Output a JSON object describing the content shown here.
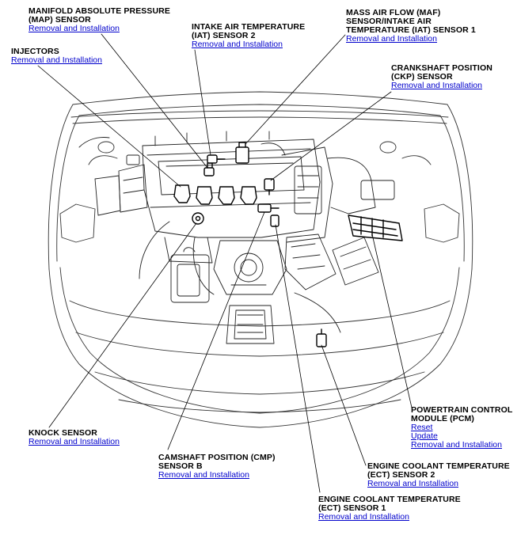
{
  "callouts": {
    "map": {
      "title": "MANIFOLD ABSOLUTE PRESSURE\n(MAP) SENSOR",
      "links": [
        "Removal and Installation"
      ]
    },
    "injectors": {
      "title": "INJECTORS",
      "links": [
        "Removal and Installation"
      ]
    },
    "iat2": {
      "title": "INTAKE AIR TEMPERATURE\n(IAT) SENSOR 2",
      "links": [
        "Removal and Installation"
      ]
    },
    "maf": {
      "title": "MASS AIR FLOW (MAF)\nSENSOR/INTAKE AIR\nTEMPERATURE (IAT) SENSOR 1",
      "links": [
        "Removal and Installation"
      ]
    },
    "ckp": {
      "title": "CRANKSHAFT POSITION\n(CKP) SENSOR",
      "links": [
        "Removal and Installation"
      ]
    },
    "knock": {
      "title": "KNOCK SENSOR",
      "links": [
        "Removal and Installation"
      ]
    },
    "cmp": {
      "title": "CAMSHAFT POSITION (CMP)\nSENSOR B",
      "links": [
        "Removal and Installation"
      ]
    },
    "pcm": {
      "title": "POWERTRAIN CONTROL\nMODULE (PCM)",
      "links": [
        "Reset",
        "Update",
        "Removal and Installation"
      ]
    },
    "ect2": {
      "title": "ENGINE COOLANT TEMPERATURE\n(ECT) SENSOR 2",
      "links": [
        "Removal and Installation"
      ]
    },
    "ect1": {
      "title": "ENGINE COOLANT TEMPERATURE\n(ECT) SENSOR 1",
      "links": [
        "Removal and Installation"
      ]
    }
  }
}
